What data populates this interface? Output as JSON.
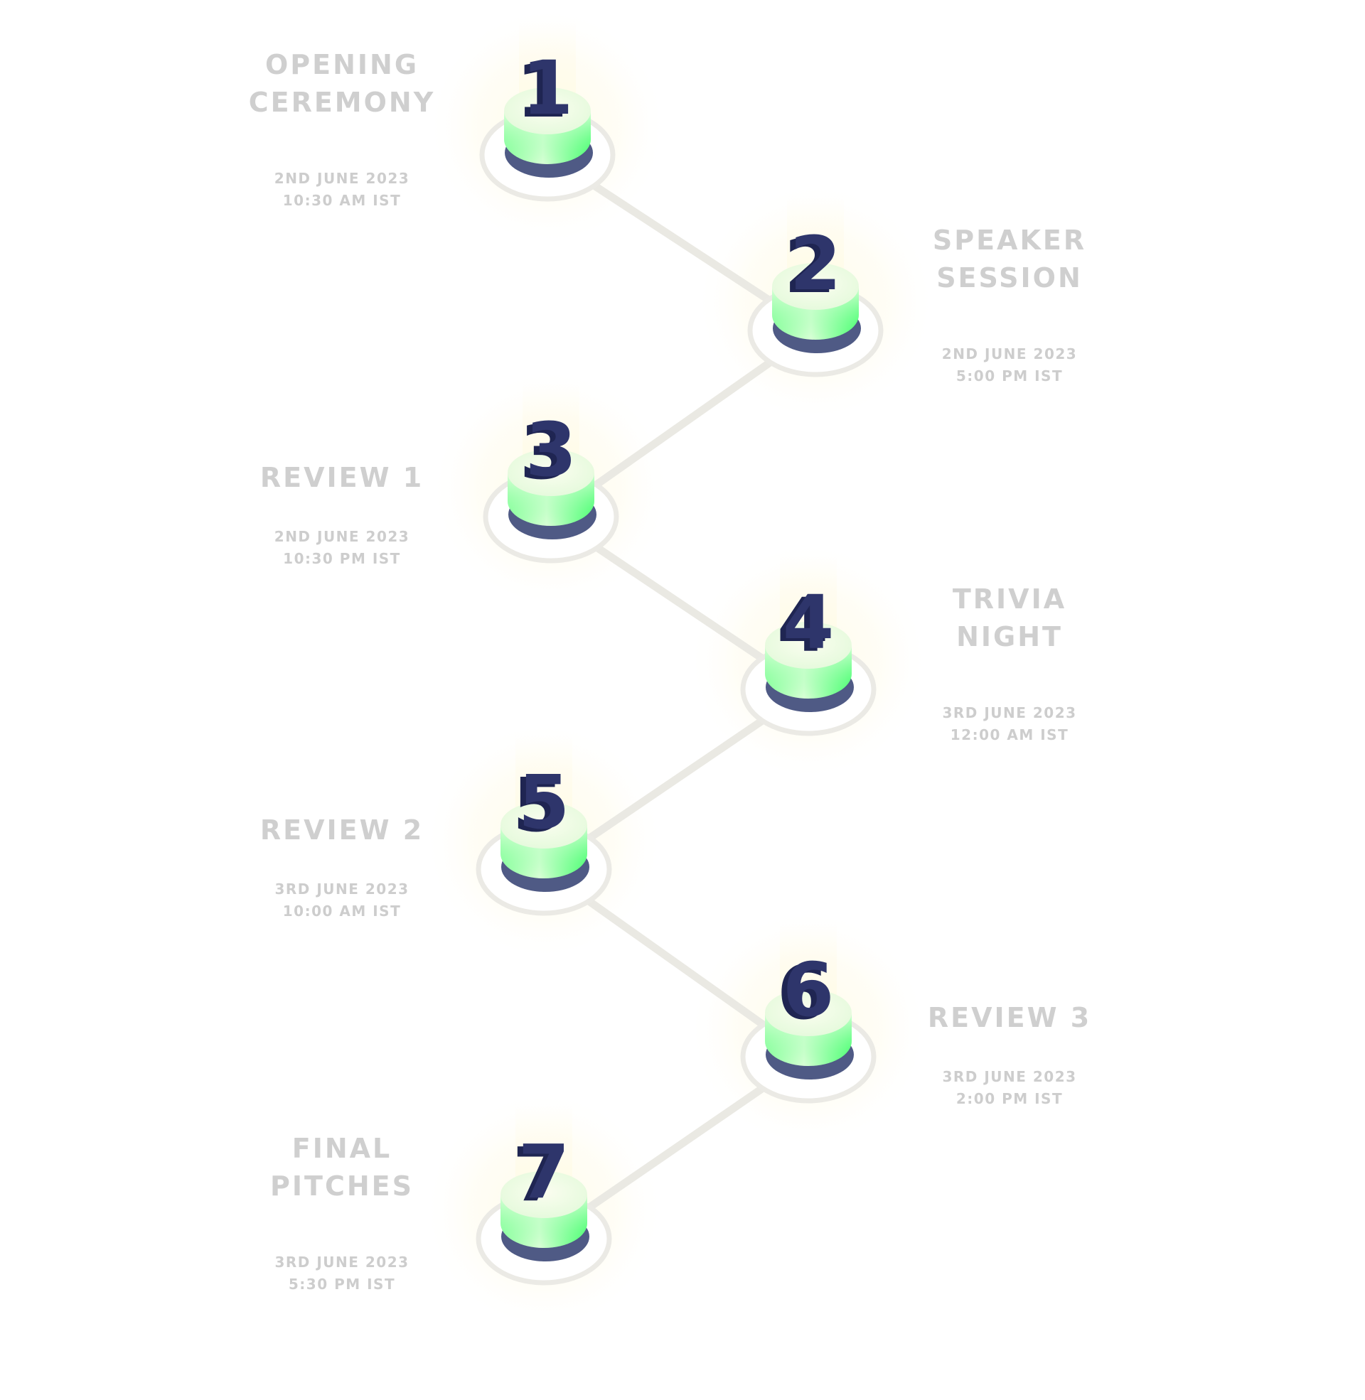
{
  "colors": {
    "connector": "#eae9e3",
    "ring": "#ebeae5",
    "base": "#4f5a85",
    "base_dark": "#3f4972",
    "disc_green": "#6dff8e",
    "disc_light": "#e9ffe6",
    "disc_top": "#f4fbe6",
    "glow": "#fffbe8",
    "number": "#2e356b",
    "number_side": "#1f2552",
    "text": "#cfcfcf"
  },
  "milestones": [
    {
      "number": "1",
      "title": [
        "OPENING",
        "CEREMONY"
      ],
      "date": "2ND JUNE 2023",
      "time": "10:30 AM IST",
      "side": "left"
    },
    {
      "number": "2",
      "title": [
        "SPEAKER",
        "SESSION"
      ],
      "date": "2ND JUNE 2023",
      "time": "5:00 PM IST",
      "side": "right"
    },
    {
      "number": "3",
      "title": [
        "REVIEW 1"
      ],
      "date": "2ND JUNE 2023",
      "time": "10:30 PM IST",
      "side": "left"
    },
    {
      "number": "4",
      "title": [
        "TRIVIA",
        "NIGHT"
      ],
      "date": "3RD JUNE 2023",
      "time": "12:00 AM IST",
      "side": "right"
    },
    {
      "number": "5",
      "title": [
        "REVIEW 2"
      ],
      "date": "3RD JUNE 2023",
      "time": "10:00 AM IST",
      "side": "left"
    },
    {
      "number": "6",
      "title": [
        "REVIEW 3"
      ],
      "date": "3RD JUNE 2023",
      "time": "2:00 PM IST",
      "side": "right"
    },
    {
      "number": "7",
      "title": [
        "FINAL",
        "PITCHES"
      ],
      "date": "3RD JUNE 2023",
      "time": "5:30 PM IST",
      "side": "left"
    }
  ]
}
